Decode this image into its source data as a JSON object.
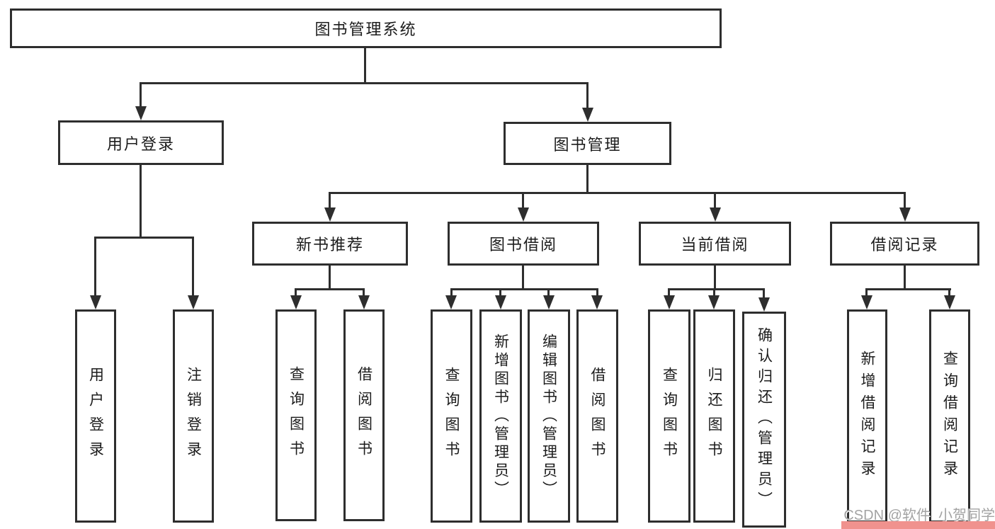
{
  "diagram_type": "hierarchy-diagram",
  "tree": {
    "label": "图书管理系统",
    "children": [
      {
        "label": "用户登录",
        "children": [
          {
            "label": "用户登录"
          },
          {
            "label": "注销登录"
          }
        ]
      },
      {
        "label": "图书管理",
        "children": [
          {
            "label": "新书推荐",
            "children": [
              {
                "label": "查询图书"
              },
              {
                "label": "借阅图书"
              }
            ]
          },
          {
            "label": "图书借阅",
            "children": [
              {
                "label": "查询图书"
              },
              {
                "label": "新增图书（管理员）"
              },
              {
                "label": "编辑图书（管理员）"
              },
              {
                "label": "借阅图书"
              }
            ]
          },
          {
            "label": "当前借阅",
            "children": [
              {
                "label": "查询图书"
              },
              {
                "label": "归还图书"
              },
              {
                "label": "确认归还（管理员）"
              }
            ]
          },
          {
            "label": "借阅记录",
            "children": [
              {
                "label": "新增借阅记录"
              },
              {
                "label": "查询借阅记录"
              }
            ]
          }
        ]
      }
    ]
  },
  "watermark": {
    "text": "CSDN @软件_小贺同学",
    "text_color": "#a3a3a3",
    "accent_color": "#f0928e"
  },
  "colors": {
    "line": "#2e2e2e",
    "text": "#1c1c1c",
    "background": "#ffffff"
  }
}
